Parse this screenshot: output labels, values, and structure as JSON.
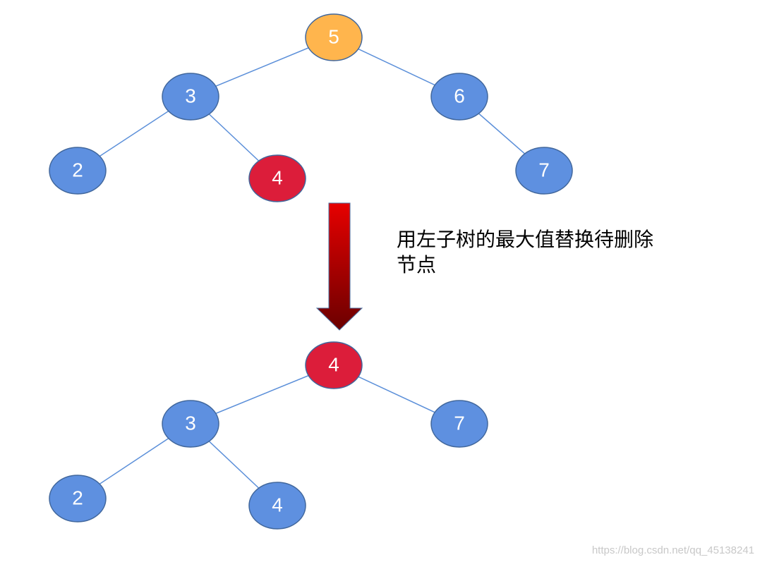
{
  "colors": {
    "node_default": "#5e90e0",
    "node_root_original": "#ffb54d",
    "node_highlight": "#dc1d3a",
    "edge": "#5b8fd9",
    "arrow_top": "#e60000",
    "arrow_bottom": "#6b0000"
  },
  "caption": {
    "line1": "用左子树的最大值替换待删除",
    "line2": "节点"
  },
  "watermark": "https://blog.csdn.net/qq_45138241",
  "trees": {
    "before": {
      "nodes": [
        {
          "id": "b5",
          "label": "5",
          "fill": "node_root_original"
        },
        {
          "id": "b3",
          "label": "3",
          "fill": "node_default"
        },
        {
          "id": "b6",
          "label": "6",
          "fill": "node_default"
        },
        {
          "id": "b2",
          "label": "2",
          "fill": "node_default"
        },
        {
          "id": "b4",
          "label": "4",
          "fill": "node_highlight"
        },
        {
          "id": "b7",
          "label": "7",
          "fill": "node_default"
        }
      ],
      "edges": [
        [
          "b5",
          "b3"
        ],
        [
          "b5",
          "b6"
        ],
        [
          "b3",
          "b2"
        ],
        [
          "b3",
          "b4"
        ],
        [
          "b6",
          "b7"
        ]
      ]
    },
    "after": {
      "nodes": [
        {
          "id": "a4",
          "label": "4",
          "fill": "node_highlight"
        },
        {
          "id": "a3",
          "label": "3",
          "fill": "node_default"
        },
        {
          "id": "a7",
          "label": "7",
          "fill": "node_default"
        },
        {
          "id": "a2",
          "label": "2",
          "fill": "node_default"
        },
        {
          "id": "a4b",
          "label": "4",
          "fill": "node_default"
        }
      ],
      "edges": [
        [
          "a4",
          "a3"
        ],
        [
          "a4",
          "a7"
        ],
        [
          "a3",
          "a2"
        ],
        [
          "a3",
          "a4b"
        ]
      ]
    }
  }
}
